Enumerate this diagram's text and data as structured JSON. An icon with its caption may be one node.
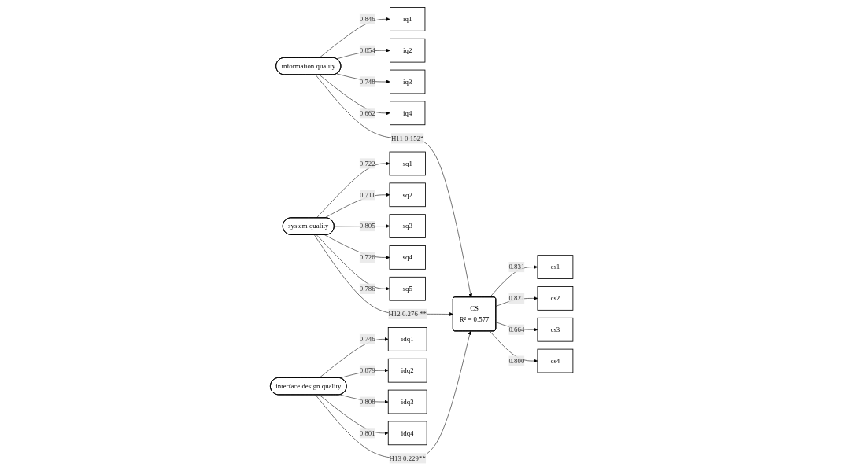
{
  "diagram": {
    "nodes": [
      {
        "text": [
          "iq1"
        ]
      },
      {
        "text": [
          "iq2"
        ]
      },
      {
        "text": [
          "iq3"
        ]
      },
      {
        "text": [
          "iq4"
        ]
      },
      {
        "text": [
          "information quality"
        ]
      },
      {
        "text": [
          "sq1"
        ]
      },
      {
        "text": [
          "sq2"
        ]
      },
      {
        "text": [
          "sq3"
        ]
      },
      {
        "text": [
          "sq4"
        ]
      },
      {
        "text": [
          "sq5"
        ]
      },
      {
        "text": [
          "system quality"
        ]
      },
      {
        "text": [
          "interface design quality"
        ]
      },
      {
        "text": [
          "idq1"
        ]
      },
      {
        "text": [
          "idq2"
        ]
      },
      {
        "text": [
          "idq3"
        ]
      },
      {
        "text": [
          "idq4"
        ]
      },
      {
        "text": [
          "cs1"
        ]
      },
      {
        "text": [
          "cs2"
        ]
      },
      {
        "text": [
          "CS",
          "R² = 0.577"
        ]
      },
      {
        "text": [
          "cs3"
        ]
      },
      {
        "text": [
          "cs4"
        ]
      }
    ],
    "edges": [
      {
        "from": 4,
        "to": 0,
        "arrow": "to",
        "label": "0.846"
      },
      {
        "from": 4,
        "to": 1,
        "arrow": "to",
        "label": "0.854"
      },
      {
        "from": 4,
        "to": 2,
        "arrow": "to",
        "label": "0.748"
      },
      {
        "from": 4,
        "to": 3,
        "arrow": "to",
        "label": "0.662"
      },
      {
        "from": 10,
        "to": 5,
        "arrow": "to",
        "label": "0.722"
      },
      {
        "from": 10,
        "to": 6,
        "arrow": "to",
        "label": "0.711"
      },
      {
        "from": 10,
        "to": 7,
        "arrow": "to",
        "label": "0.805"
      },
      {
        "from": 10,
        "to": 8,
        "arrow": "to",
        "label": "0.726"
      },
      {
        "from": 10,
        "to": 9,
        "arrow": "to",
        "label": "0.786"
      },
      {
        "from": 11,
        "to": 12,
        "arrow": "to",
        "label": "0.746"
      },
      {
        "from": 11,
        "to": 13,
        "arrow": "to",
        "label": "0.879"
      },
      {
        "from": 11,
        "to": 14,
        "arrow": "to",
        "label": "0.808"
      },
      {
        "from": 11,
        "to": 15,
        "arrow": "to",
        "label": "0.801"
      },
      {
        "from": 4,
        "to": 18,
        "arrow": "to",
        "label": "H11 0.152*"
      },
      {
        "from": 10,
        "to": 18,
        "arrow": "to",
        "label": "H12 0.276 **"
      },
      {
        "from": 11,
        "to": 18,
        "arrow": "to",
        "label": "H13 0.229**"
      },
      {
        "from": 18,
        "to": 16,
        "arrow": "to",
        "label": "0.831"
      },
      {
        "from": 18,
        "to": 17,
        "arrow": "to",
        "label": "0.821"
      },
      {
        "from": 18,
        "to": 19,
        "arrow": "to",
        "label": "0.664"
      },
      {
        "from": 18,
        "to": 20,
        "arrow": "to",
        "label": "0.800"
      }
    ]
  }
}
